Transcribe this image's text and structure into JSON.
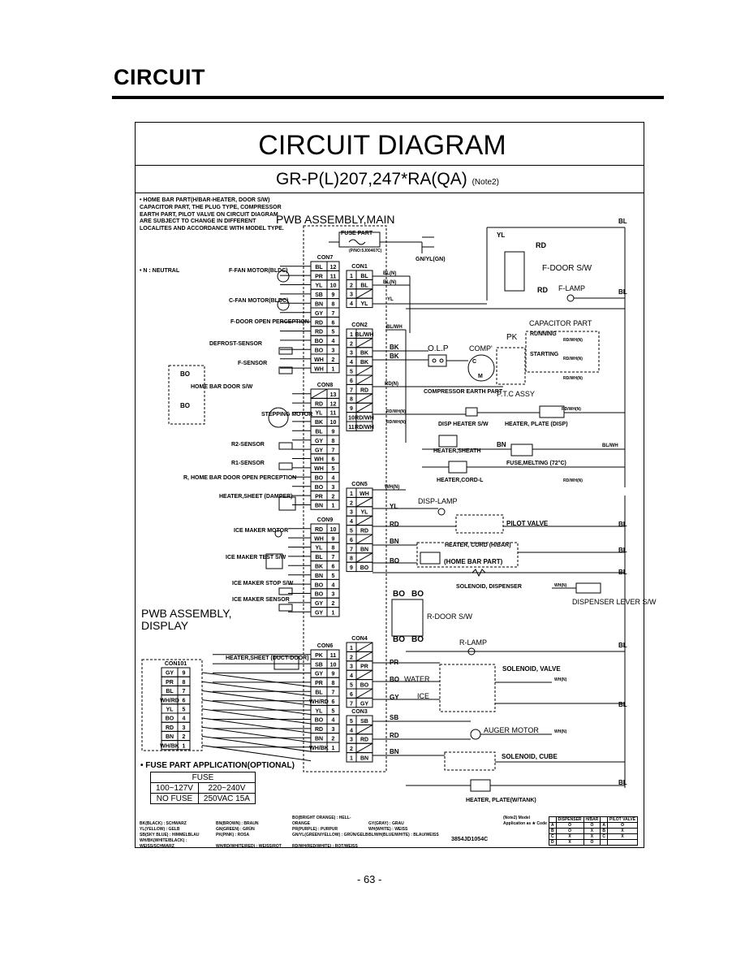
{
  "page": {
    "heading": "CIRCUIT",
    "page_number": "- 63 -"
  },
  "diagram": {
    "title": "CIRCUIT DIAGRAM",
    "model": "GR-P(L)207,247*RA(QA)",
    "model_note": "(Note2)",
    "notes": "• HOME BAR PART(H/BAR-HEATER, DOOR S/W) CAPACITOR PART, THE PLUG TYPE, COMPRESSOR EARTH PART, PILOT VALVE ON CIRCUIT DIAGRAM ARE SUBJECT TO CHANGE IN DIFFERENT LOCALITES AND ACCORDANCE WITH MODEL TYPE.",
    "neutral_note": "• N : NEUTRAL",
    "pwb_main": "PWB ASSEMBLY,MAIN",
    "pwb_display": "PWB ASSEMBLY, DISPLAY",
    "fuse_part": "FUSE PART",
    "fuse_pno": "(P/NO:5J00467C)",
    "ground_wire": "GN/YL(GN)",
    "doc_number": "3854JD1054C"
  },
  "connectors": {
    "con7": {
      "name": "CON7",
      "pins": [
        {
          "color": "BL",
          "pin": "12"
        },
        {
          "color": "PR",
          "pin": "11"
        },
        {
          "color": "YL",
          "pin": "10"
        },
        {
          "color": "SB",
          "pin": "9"
        },
        {
          "color": "BN",
          "pin": "8"
        },
        {
          "color": "GY",
          "pin": "7"
        },
        {
          "color": "RD",
          "pin": "6"
        },
        {
          "color": "RD",
          "pin": "5"
        },
        {
          "color": "BO",
          "pin": "4"
        },
        {
          "color": "BO",
          "pin": "3"
        },
        {
          "color": "WH",
          "pin": "2"
        },
        {
          "color": "WH",
          "pin": "1"
        }
      ]
    },
    "con8": {
      "name": "CON8",
      "pins": [
        {
          "color": "",
          "pin": "13"
        },
        {
          "color": "RD",
          "pin": "12"
        },
        {
          "color": "YL",
          "pin": "11"
        },
        {
          "color": "BK",
          "pin": "10"
        },
        {
          "color": "BL",
          "pin": "9"
        },
        {
          "color": "GY",
          "pin": "8"
        },
        {
          "color": "GY",
          "pin": "7"
        },
        {
          "color": "WH",
          "pin": "6"
        },
        {
          "color": "WH",
          "pin": "5"
        },
        {
          "color": "BO",
          "pin": "4"
        },
        {
          "color": "BO",
          "pin": "3"
        },
        {
          "color": "PR",
          "pin": "2"
        },
        {
          "color": "BN",
          "pin": "1"
        }
      ]
    },
    "con9": {
      "name": "CON9",
      "pins": [
        {
          "color": "RD",
          "pin": "10"
        },
        {
          "color": "WH",
          "pin": "9"
        },
        {
          "color": "YL",
          "pin": "8"
        },
        {
          "color": "BL",
          "pin": "7"
        },
        {
          "color": "BK",
          "pin": "6"
        },
        {
          "color": "BN",
          "pin": "5"
        },
        {
          "color": "BO",
          "pin": "4"
        },
        {
          "color": "BO",
          "pin": "3"
        },
        {
          "color": "GY",
          "pin": "2"
        },
        {
          "color": "GY",
          "pin": "1"
        }
      ]
    },
    "con6": {
      "name": "CON6",
      "pins": [
        {
          "color": "PK",
          "pin": "11"
        },
        {
          "color": "SB",
          "pin": "10"
        },
        {
          "color": "GY",
          "pin": "9"
        },
        {
          "color": "PR",
          "pin": "8"
        },
        {
          "color": "BL",
          "pin": "7"
        },
        {
          "color": "WH/RD",
          "pin": "6"
        },
        {
          "color": "YL",
          "pin": "5"
        },
        {
          "color": "BO",
          "pin": "4"
        },
        {
          "color": "RD",
          "pin": "3"
        },
        {
          "color": "BN",
          "pin": "2"
        },
        {
          "color": "WH/BK",
          "pin": "1"
        }
      ]
    },
    "con101": {
      "name": "CON101",
      "pins": [
        {
          "color": "GY",
          "pin": "9"
        },
        {
          "color": "PR",
          "pin": "8"
        },
        {
          "color": "BL",
          "pin": "7"
        },
        {
          "color": "WH/RD",
          "pin": "6"
        },
        {
          "color": "YL",
          "pin": "5"
        },
        {
          "color": "BO",
          "pin": "4"
        },
        {
          "color": "RD",
          "pin": "3"
        },
        {
          "color": "BN",
          "pin": "2"
        },
        {
          "color": "WH/BK",
          "pin": "1"
        }
      ]
    },
    "con1": {
      "name": "CON1",
      "pins": [
        {
          "pin": "1",
          "color": "BL"
        },
        {
          "pin": "2",
          "color": "BL"
        },
        {
          "pin": "3",
          "color": ""
        },
        {
          "pin": "4",
          "color": "YL"
        }
      ]
    },
    "con2": {
      "name": "CON2",
      "pins": [
        {
          "pin": "1",
          "color": "BL/WH"
        },
        {
          "pin": "2",
          "color": ""
        },
        {
          "pin": "3",
          "color": "BK"
        },
        {
          "pin": "4",
          "color": "BK"
        },
        {
          "pin": "5",
          "color": ""
        },
        {
          "pin": "6",
          "color": ""
        },
        {
          "pin": "7",
          "color": "RD"
        },
        {
          "pin": "8",
          "color": ""
        },
        {
          "pin": "9",
          "color": ""
        },
        {
          "pin": "10",
          "color": "RD/WH"
        },
        {
          "pin": "11",
          "color": "RD/WH"
        }
      ]
    },
    "con5": {
      "name": "CON5",
      "pins": [
        {
          "pin": "1",
          "color": "WH"
        },
        {
          "pin": "2",
          "color": ""
        },
        {
          "pin": "3",
          "color": "YL"
        },
        {
          "pin": "4",
          "color": ""
        },
        {
          "pin": "5",
          "color": "RD"
        },
        {
          "pin": "6",
          "color": ""
        },
        {
          "pin": "7",
          "color": "BN"
        },
        {
          "pin": "8",
          "color": ""
        },
        {
          "pin": "9",
          "color": "BO"
        }
      ]
    },
    "con4": {
      "name": "CON4",
      "pins": [
        {
          "pin": "1",
          "color": ""
        },
        {
          "pin": "2",
          "color": ""
        },
        {
          "pin": "3",
          "color": "PR"
        },
        {
          "pin": "4",
          "color": ""
        },
        {
          "pin": "5",
          "color": "BO"
        },
        {
          "pin": "6",
          "color": ""
        },
        {
          "pin": "7",
          "color": "GY"
        }
      ]
    },
    "con3": {
      "name": "CON3",
      "pins": [
        {
          "pin": "5",
          "color": "SB"
        },
        {
          "pin": "4",
          "color": ""
        },
        {
          "pin": "3",
          "color": "RD"
        },
        {
          "pin": "2",
          "color": ""
        },
        {
          "pin": "1",
          "color": "BN"
        }
      ]
    }
  },
  "components": {
    "left": [
      {
        "label": "F-FAN MOTOR(BLDC)"
      },
      {
        "label": "C-FAN MOTOR(BLDC)"
      },
      {
        "label": "F-DOOR OPEN PERCEPTION"
      },
      {
        "label": "DEFROST-SENSOR"
      },
      {
        "label": "F-SENSOR"
      },
      {
        "label": "HOME BAR DOOR S/W"
      },
      {
        "label": "STEPPING MOTOR"
      },
      {
        "label": "R2-SENSOR"
      },
      {
        "label": "R1-SENSOR"
      },
      {
        "label": "R, HOME BAR DOOR OPEN PERCEPTION"
      },
      {
        "label": "HEATER,SHEET (DAMPER)"
      },
      {
        "label": "ICE MAKER MOTOR"
      },
      {
        "label": "ICE MAKER TEST S/W"
      },
      {
        "label": "ICE MAKER STOP S/W"
      },
      {
        "label": "ICE MAKER SENSOR"
      },
      {
        "label": "HEATER,SHEET (DUCT-DOOR)"
      }
    ],
    "right": [
      {
        "label": "F-DOOR S/W"
      },
      {
        "label": "F-LAMP"
      },
      {
        "label": "CAPACITOR PART"
      },
      {
        "label": "RUNNING"
      },
      {
        "label": "STARTING"
      },
      {
        "label": "PK"
      },
      {
        "label": "O.L.P"
      },
      {
        "label": "COMP'"
      },
      {
        "label": "COMPRESSOR EARTH PART"
      },
      {
        "label": "P.T.C ASSY"
      },
      {
        "label": "DISP HEATER S/W"
      },
      {
        "label": "HEATER, PLATE (DISP)"
      },
      {
        "label": "HEATER,SHEATH"
      },
      {
        "label": "FUSE,MELTING (72°C)"
      },
      {
        "label": "HEATER,CORD-L"
      },
      {
        "label": "DISP-LAMP"
      },
      {
        "label": "PILOT VALVE"
      },
      {
        "label": "HEATER, CORD (H/BAR)"
      },
      {
        "label": "(HOME BAR PART)"
      },
      {
        "label": "SOLENOID, DISPENSER"
      },
      {
        "label": "DISPENSER LEVER S/W"
      },
      {
        "label": "R-DOOR S/W"
      },
      {
        "label": "R-LAMP"
      },
      {
        "label": "WATER"
      },
      {
        "label": "ICE"
      },
      {
        "label": "SOLENOID, VALVE"
      },
      {
        "label": "AUGER MOTOR"
      },
      {
        "label": "SOLENOID, CUBE"
      },
      {
        "label": "HEATER, PLATE(W/TANK)"
      }
    ]
  },
  "fuse_application": {
    "title": "• FUSE PART APPLICATION(OPTIONAL)",
    "header": "FUSE",
    "rows": [
      [
        "100~127V",
        "220~240V"
      ],
      [
        "NO FUSE",
        "250VAC 15A"
      ]
    ]
  },
  "color_legend": [
    "BK(BLACK) : SCHWARZ",
    "BN(BROWN) : BRAUN",
    "BO(BRIGHT ORANGE) : HELL-ORANGE",
    "GY(GRAY) : GRAU",
    "YL(YELLOW) : GELB",
    "GN(GREEN) : GRÜN",
    "PR(PURPLE) : PURPUR",
    "WH(WHITE) : WEISS",
    "SB(SKY BLUE) : HIMMELBLAU",
    "PK(PINK) : ROSA",
    "GN/YL(GREEN/YELLOW) : GRÜN/GELB",
    "BL/WH(BLUE/WHITE) : BLAU/WEISS",
    "WH/BK(WHITE/BLACK) : WEISS/SCHWARZ",
    "WH/RD(WHITE/RED) : WEISS/ROT",
    "RD/WH(RED/WHITE) : ROT/WEISS"
  ],
  "model_application": {
    "note": "(Note2) Model Application as ★ Code",
    "headers": [
      "",
      "DISPENSER",
      "H/BAR",
      "",
      "PILOT VALVE"
    ],
    "rows": [
      [
        "A",
        "O",
        "O",
        "A",
        "O"
      ],
      [
        "B",
        "O",
        "X",
        "B",
        "X"
      ],
      [
        "C",
        "X",
        "X",
        "C",
        "X"
      ],
      [
        "D",
        "X",
        "O",
        "",
        ""
      ]
    ]
  }
}
